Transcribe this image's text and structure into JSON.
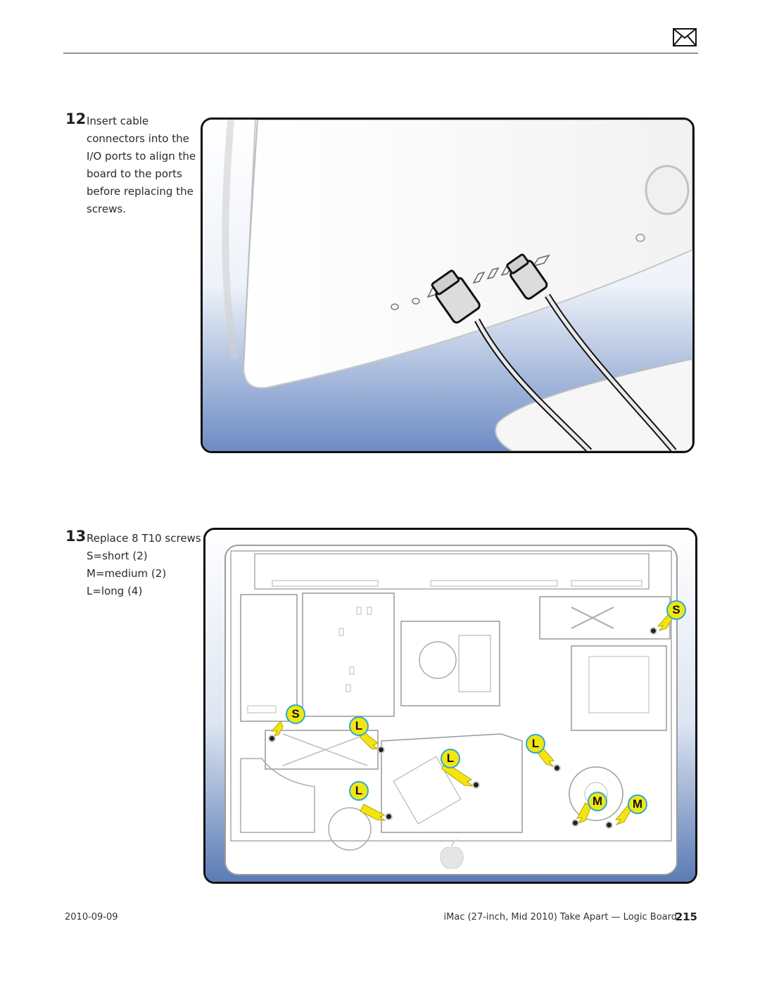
{
  "header": {
    "icon": "mail-icon"
  },
  "steps": [
    {
      "number": "12",
      "lines": [
        "Insert cable",
        "connectors into the",
        "I/O ports to align the",
        "board to the ports",
        "before replacing the",
        "screws."
      ]
    },
    {
      "number": "13",
      "lines": [
        "Replace 8 T10 screws",
        "S=short (2)",
        "M=medium (2)",
        "L=long (4)"
      ]
    }
  ],
  "callouts": {
    "short": "S",
    "medium": "M",
    "long": "L"
  },
  "footer": {
    "date": "2010-09-09",
    "title": "iMac (27-inch, Mid 2010) Take Apart — Logic Board",
    "page": "215"
  },
  "colors": {
    "callout_fill": "#f3e610",
    "callout_ring": "#2aa9d6",
    "frame_blue": "#5f7fb6"
  }
}
